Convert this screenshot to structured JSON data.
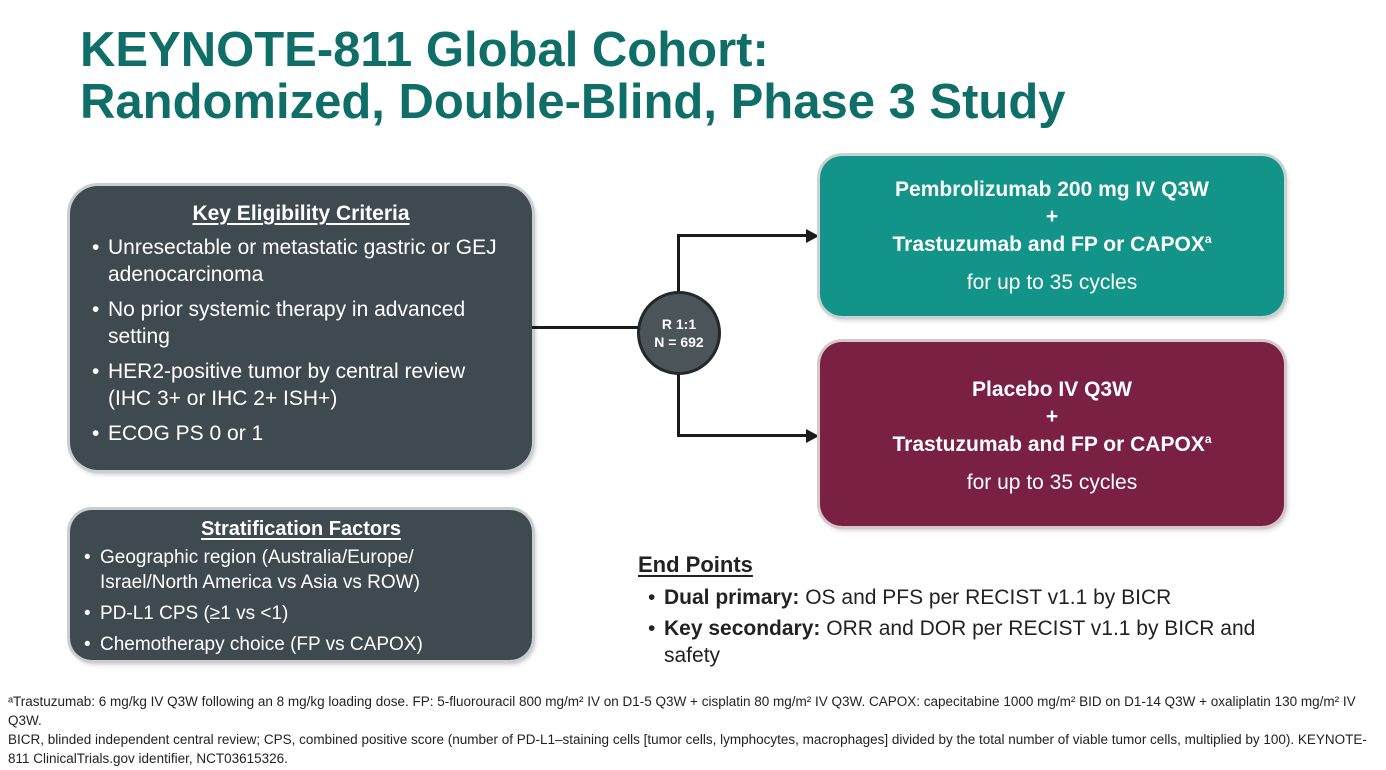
{
  "title": {
    "line1": "KEYNOTE-811 Global Cohort:",
    "line2": "Randomized, Double-Blind, Phase 3 Study"
  },
  "eligibility": {
    "heading": "Key Eligibility Criteria",
    "items": [
      "Unresectable or metastatic gastric or GEJ adenocarcinoma",
      "No prior systemic therapy in advanced setting",
      "HER2-positive tumor by central review (IHC 3+ or IHC 2+ ISH+)",
      "ECOG PS 0 or 1"
    ]
  },
  "stratification": {
    "heading": "Stratification Factors",
    "items": [
      "Geographic region (Australia/Europe/ Israel/North America vs Asia vs ROW)",
      "PD-L1 CPS (≥1 vs <1)",
      "Chemotherapy choice (FP vs CAPOX)"
    ]
  },
  "randomization": {
    "ratio": "R 1:1",
    "n": "N = 692"
  },
  "arms": [
    {
      "line1": "Pembrolizumab 200 mg IV Q3W",
      "plus": "+",
      "line2": "Trastuzumab and FP or CAPOX",
      "sup": "a",
      "line3": "for up to 35 cycles",
      "color": "#139488"
    },
    {
      "line1": "Placebo IV Q3W",
      "plus": "+",
      "line2": "Trastuzumab and FP or CAPOX",
      "sup": "a",
      "line3": "for up to 35 cycles",
      "color": "#7a2042"
    }
  ],
  "endpoints": {
    "heading": "End Points",
    "items": [
      {
        "label": "Dual primary:",
        "text": " OS and PFS per RECIST v1.1 by BICR"
      },
      {
        "label": "Key secondary:",
        "text": " ORR and DOR per RECIST v1.1 by BICR and safety"
      }
    ]
  },
  "footnotes": {
    "line1": "ᵃTrastuzumab: 6 mg/kg IV Q3W following an 8 mg/kg loading dose. FP: 5-fluorouracil 800 mg/m² IV on D1-5 Q3W + cisplatin 80 mg/m² IV Q3W. CAPOX: capecitabine 1000 mg/m² BID on D1-14 Q3W + oxaliplatin 130 mg/m² IV Q3W.",
    "line2": "BICR, blinded independent central review; CPS, combined positive score (number of PD-L1–staining cells [tumor cells, lymphocytes, macrophages] divided by the total number of viable tumor cells, multiplied by 100). KEYNOTE-811 ClinicalTrials.gov identifier, NCT03615326."
  }
}
